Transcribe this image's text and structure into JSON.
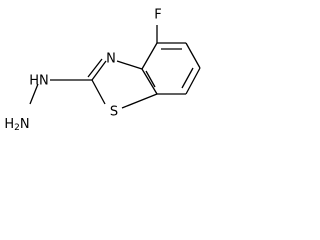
{
  "structure": {
    "atoms": {
      "fluorine": "F",
      "ring_nitrogen": "N",
      "sulfur": "S",
      "hydrazine_nh": "HN",
      "hydrazine_nh2": "H2N"
    },
    "colors": {
      "bond": "#000000",
      "label": "#000000",
      "background": "#ffffff"
    }
  }
}
